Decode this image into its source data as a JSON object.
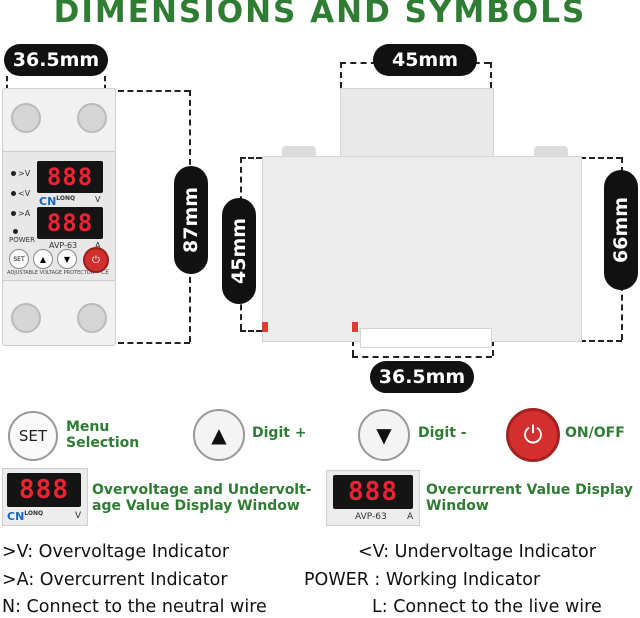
{
  "title": "DIMENSIONS AND SYMBOLS",
  "dimensions": {
    "front_width": "36.5mm",
    "front_height": "87mm",
    "side_width": "45mm",
    "side_height_left": "45mm",
    "side_height_right": "66mm",
    "side_bottom": "36.5mm"
  },
  "device": {
    "display_value": "888",
    "brand_cn": "CN",
    "brand_long": "LONQ",
    "model": "AVP-63",
    "unit_v": "V",
    "unit_a": "A",
    "ind_over_v": ">V",
    "ind_under_v": "<V",
    "ind_over_a": ">A",
    "ind_power": "POWER",
    "set_label": "SET",
    "footer": "ADJUSTABLE VOLTAGE PROTECTOR",
    "ce": "CE"
  },
  "symbols": {
    "set_icon": "SET",
    "set_label": "Menu\nSelection",
    "up_label": "Digit +",
    "down_label": "Digit -",
    "power_label": "ON/OFF",
    "voltage_display_label": "Overvoltage and Undervolt-\nage Value Display Window",
    "current_display_label": "Overcurrent Value Display\nWindow",
    "display_digits": "888",
    "small_brand_cn": "CN",
    "small_brand_long": "LONQ",
    "small_unit_v": "V",
    "small_model": "AVP-63",
    "small_unit_a": "A"
  },
  "legend": {
    "r1_left": ">V: Overvoltage Indicator",
    "r1_right": "<V: Undervoltage Indicator",
    "r2_left": ">A: Overcurrent Indicator",
    "r2_right": "POWER : Working Indicator",
    "r3_left": "N: Connect to the neutral wire",
    "r3_right": "L: Connect to the live wire"
  },
  "colors": {
    "title_green": "#2e7d32",
    "segment_red": "#e22233",
    "pill_black": "#111111",
    "power_red": "#d32f2f"
  }
}
